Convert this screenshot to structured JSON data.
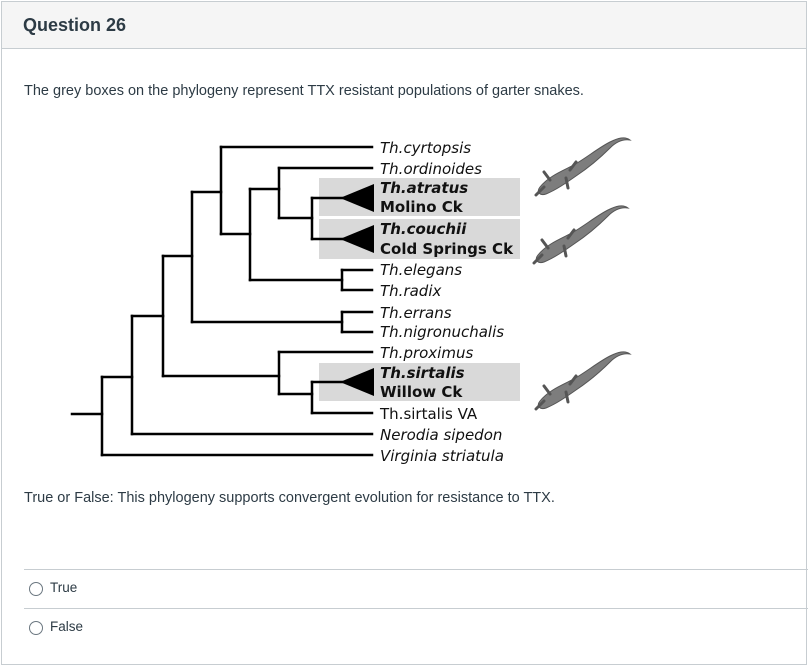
{
  "question": {
    "title": "Question 26",
    "intro": "The grey boxes on the phylogeny represent TTX resistant populations of garter snakes.",
    "prompt": "True or False: This phylogeny supports convergent evolution for resistance to TTX."
  },
  "phylogeny": {
    "taxa": [
      "Th.cyrtopsis",
      "Th.ordinoides",
      "Th.atratus",
      "Molino Ck",
      "Th.couchii",
      "Cold Springs Ck",
      "Th.elegans",
      "Th.radix",
      "Th.errans",
      "Th.nigronuchalis",
      "Th.proximus",
      "Th.sirtalis",
      "Willow Ck",
      "Th.sirtalis VA",
      "Nerodia sipedon",
      "Virginia striatula"
    ],
    "highlight_color": "#d9d9d9"
  },
  "answers": [
    {
      "label": "True"
    },
    {
      "label": "False"
    }
  ]
}
